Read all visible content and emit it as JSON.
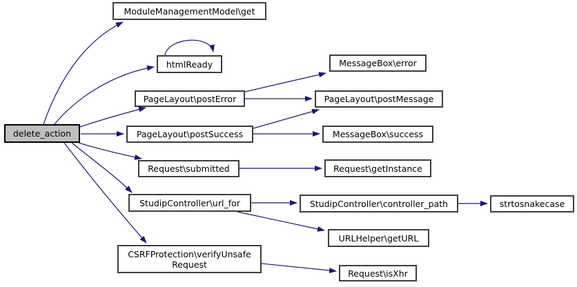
{
  "diagram": {
    "type": "call-graph",
    "background_color": "#ffffff",
    "edge_color": "#191970",
    "node_fill": "#ffffff",
    "node_border_color": "#3d3d3d",
    "highlight_node_fill": "#bfbfbf",
    "highlight_node": "delete_action"
  },
  "nodes": [
    {
      "id": "delete_action",
      "label": "delete_action"
    },
    {
      "id": "ModuleManagementModel\\get",
      "label": "ModuleManagementModel\\get"
    },
    {
      "id": "htmlReady",
      "label": "htmlReady"
    },
    {
      "id": "PageLayout\\postError",
      "label": "PageLayout\\postError"
    },
    {
      "id": "PageLayout\\postSuccess",
      "label": "PageLayout\\postSuccess"
    },
    {
      "id": "Request\\submitted",
      "label": "Request\\submitted"
    },
    {
      "id": "StudipController\\url_for",
      "label": "StudipController\\url_for"
    },
    {
      "id": "CSRFProtection\\verifyUnsafeRequest",
      "label": "CSRFProtection\\verifyUnsafeRequest",
      "line1": "CSRFProtection\\verifyUnsafe",
      "line2": "Request"
    },
    {
      "id": "MessageBox\\error",
      "label": "MessageBox\\error"
    },
    {
      "id": "PageLayout\\postMessage",
      "label": "PageLayout\\postMessage"
    },
    {
      "id": "MessageBox\\success",
      "label": "MessageBox\\success"
    },
    {
      "id": "Request\\getInstance",
      "label": "Request\\getInstance"
    },
    {
      "id": "StudipController\\controller_path",
      "label": "StudipController\\controller_path"
    },
    {
      "id": "strtosnakecase",
      "label": "strtosnakecase"
    },
    {
      "id": "URLHelper\\getURL",
      "label": "URLHelper\\getURL"
    },
    {
      "id": "Request\\isXhr",
      "label": "Request\\isXhr"
    }
  ],
  "edges": [
    {
      "from": "delete_action",
      "to": "ModuleManagementModel\\get"
    },
    {
      "from": "delete_action",
      "to": "htmlReady"
    },
    {
      "from": "delete_action",
      "to": "PageLayout\\postError"
    },
    {
      "from": "delete_action",
      "to": "PageLayout\\postSuccess"
    },
    {
      "from": "delete_action",
      "to": "Request\\submitted"
    },
    {
      "from": "delete_action",
      "to": "StudipController\\url_for"
    },
    {
      "from": "delete_action",
      "to": "CSRFProtection\\verifyUnsafeRequest"
    },
    {
      "from": "htmlReady",
      "to": "htmlReady"
    },
    {
      "from": "PageLayout\\postError",
      "to": "MessageBox\\error"
    },
    {
      "from": "PageLayout\\postError",
      "to": "PageLayout\\postMessage"
    },
    {
      "from": "PageLayout\\postSuccess",
      "to": "PageLayout\\postMessage"
    },
    {
      "from": "PageLayout\\postSuccess",
      "to": "MessageBox\\success"
    },
    {
      "from": "Request\\submitted",
      "to": "Request\\getInstance"
    },
    {
      "from": "StudipController\\url_for",
      "to": "StudipController\\controller_path"
    },
    {
      "from": "StudipController\\url_for",
      "to": "URLHelper\\getURL"
    },
    {
      "from": "StudipController\\controller_path",
      "to": "strtosnakecase"
    },
    {
      "from": "CSRFProtection\\verifyUnsafeRequest",
      "to": "Request\\isXhr"
    }
  ]
}
